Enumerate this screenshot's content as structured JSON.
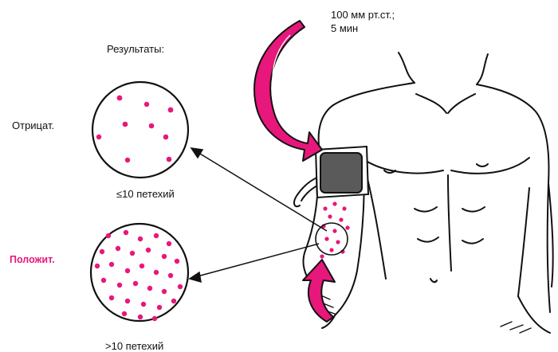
{
  "results_title": "Результаты:",
  "negative": {
    "label": "Отрицат.",
    "caption": "≤10 петехий"
  },
  "positive": {
    "label": "Положит.",
    "caption": ">10 петехий"
  },
  "cuff": {
    "pressure": "100 мм рт.ст.;",
    "duration": "5 мин"
  },
  "colors": {
    "petechiae": "#e8177c",
    "line": "#111111",
    "cuff": "#5a5a5a"
  },
  "icons": [
    "pressure-arrow-icon",
    "release-arrow-icon",
    "cuff-icon",
    "torso-illustration"
  ]
}
